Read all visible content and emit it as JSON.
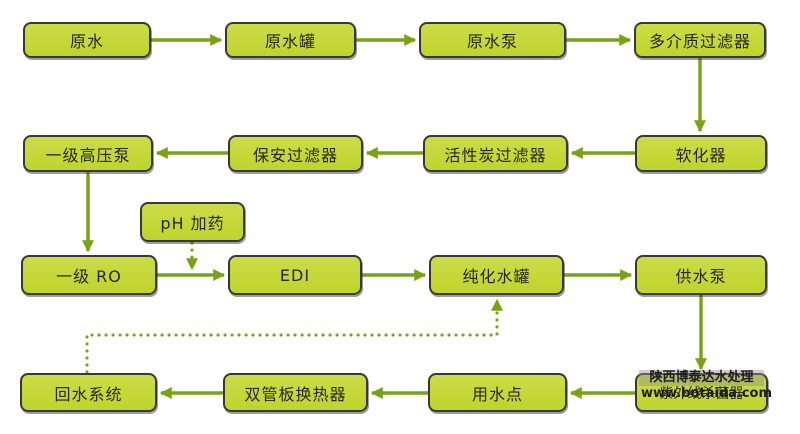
{
  "diagram": {
    "type": "flowchart",
    "subject": "水处理工艺流程图",
    "nodes": [
      {
        "id": "raw-water",
        "label": "原水"
      },
      {
        "id": "raw-tank",
        "label": "原水罐"
      },
      {
        "id": "raw-pump",
        "label": "原水泵"
      },
      {
        "id": "mm-filter",
        "label": "多介质过滤器"
      },
      {
        "id": "softener",
        "label": "软化器"
      },
      {
        "id": "carbon-filter",
        "label": "活性炭过滤器"
      },
      {
        "id": "security-filter",
        "label": "保安过滤器"
      },
      {
        "id": "hp-pump",
        "label": "一级高压泵"
      },
      {
        "id": "ph-dosing",
        "label": "pH 加药"
      },
      {
        "id": "ro-stage1",
        "label": "一级 RO"
      },
      {
        "id": "edi",
        "label": "EDI"
      },
      {
        "id": "pure-tank",
        "label": "纯化水罐"
      },
      {
        "id": "supply-pump",
        "label": "供水泵"
      },
      {
        "id": "uv-sterilizer",
        "label": "紫外线杀菌器"
      },
      {
        "id": "use-point",
        "label": "用水点"
      },
      {
        "id": "heat-exchanger",
        "label": "双管板换热器"
      },
      {
        "id": "return-system",
        "label": "回水系统"
      }
    ],
    "edges": [
      {
        "from": "原水",
        "to": "原水罐",
        "style": "solid"
      },
      {
        "from": "原水罐",
        "to": "原水泵",
        "style": "solid"
      },
      {
        "from": "原水泵",
        "to": "多介质过滤器",
        "style": "solid"
      },
      {
        "from": "多介质过滤器",
        "to": "软化器",
        "style": "solid"
      },
      {
        "from": "软化器",
        "to": "活性炭过滤器",
        "style": "solid"
      },
      {
        "from": "活性炭过滤器",
        "to": "保安过滤器",
        "style": "solid"
      },
      {
        "from": "保安过滤器",
        "to": "一级高压泵",
        "style": "solid"
      },
      {
        "from": "一级高压泵",
        "to": "一级 RO",
        "style": "solid"
      },
      {
        "from": "pH 加药",
        "to": "一级RO至EDI管线",
        "style": "dotted"
      },
      {
        "from": "一级 RO",
        "to": "EDI",
        "style": "solid"
      },
      {
        "from": "EDI",
        "to": "纯化水罐",
        "style": "solid"
      },
      {
        "from": "纯化水罐",
        "to": "供水泵",
        "style": "solid"
      },
      {
        "from": "供水泵",
        "to": "紫外线杀菌器",
        "style": "solid"
      },
      {
        "from": "紫外线杀菌器",
        "to": "用水点",
        "style": "solid"
      },
      {
        "from": "用水点",
        "to": "双管板换热器",
        "style": "solid"
      },
      {
        "from": "双管板换热器",
        "to": "回水系统",
        "style": "solid"
      },
      {
        "from": "回水系统",
        "to": "纯化水罐",
        "style": "dotted"
      }
    ],
    "watermark": {
      "line1": "陕西博泰达水处理",
      "line2": "www.botaida.com"
    },
    "colors": {
      "box-fill": "#cbdc47",
      "box-fill-2": "#bfd42c",
      "box-border": "#383838",
      "arrow": "#78a317",
      "text": "#262626",
      "canvas-bg": "#ffffff",
      "watermark-bg": "rgba(145,145,145,0.45)",
      "watermark-text": "#1c1c1c"
    }
  }
}
